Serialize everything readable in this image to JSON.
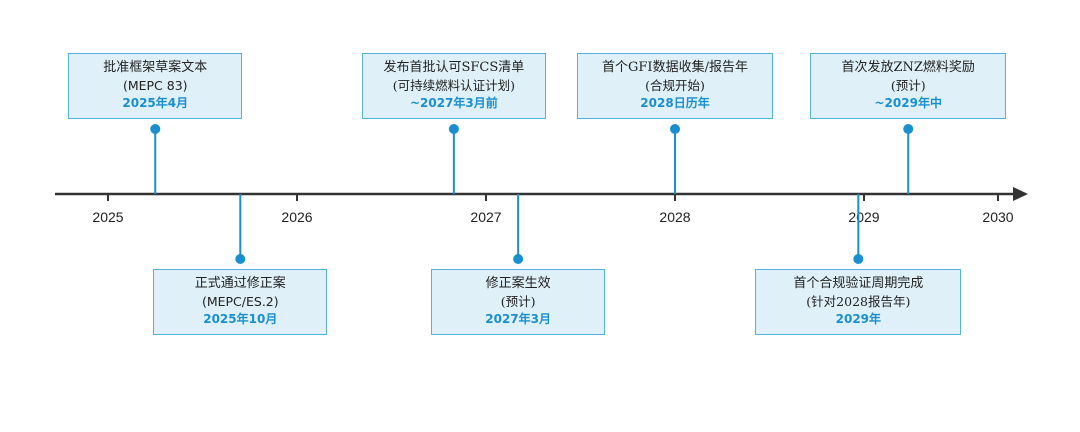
{
  "axis": {
    "years": [
      "2025",
      "2026",
      "2027",
      "2028",
      "2029",
      "2030"
    ]
  },
  "events": [
    {
      "id": "e1",
      "title": "批准框架草案文本",
      "sub": "(MEPC 83)",
      "date": "2025年4月",
      "position": "above",
      "when": 2025.25
    },
    {
      "id": "e2",
      "title": "正式通过修正案",
      "sub": "(MEPC/ES.2)",
      "date": "2025年10月",
      "position": "below",
      "when": 2025.7
    },
    {
      "id": "e3",
      "title": "发布首批认可SFCS清单",
      "sub": "(可持续燃料认证计划)",
      "date": "~2027年3月前",
      "position": "above",
      "when": 2026.83
    },
    {
      "id": "e4",
      "title": "修正案生效",
      "sub": "(预计)",
      "date": "2027年3月",
      "position": "below",
      "when": 2027.17
    },
    {
      "id": "e5",
      "title": "首个GFI数据收集/报告年",
      "sub": "(合规开始)",
      "date": "2028日历年",
      "position": "above",
      "when": 2028.0
    },
    {
      "id": "e6",
      "title": "首个合规验证周期完成",
      "sub": "(针对2028报告年)",
      "date": "2029年",
      "position": "below",
      "when": 2028.97
    },
    {
      "id": "e7",
      "title": "首次发放ZNZ燃料奖励",
      "sub": "(预计)",
      "date": "~2029年中",
      "position": "above",
      "when": 2029.33
    }
  ],
  "colors": {
    "box_fill": "#dff0f8",
    "box_border": "#4fb3de",
    "accent": "#1a8fd0",
    "axis": "#333333"
  }
}
